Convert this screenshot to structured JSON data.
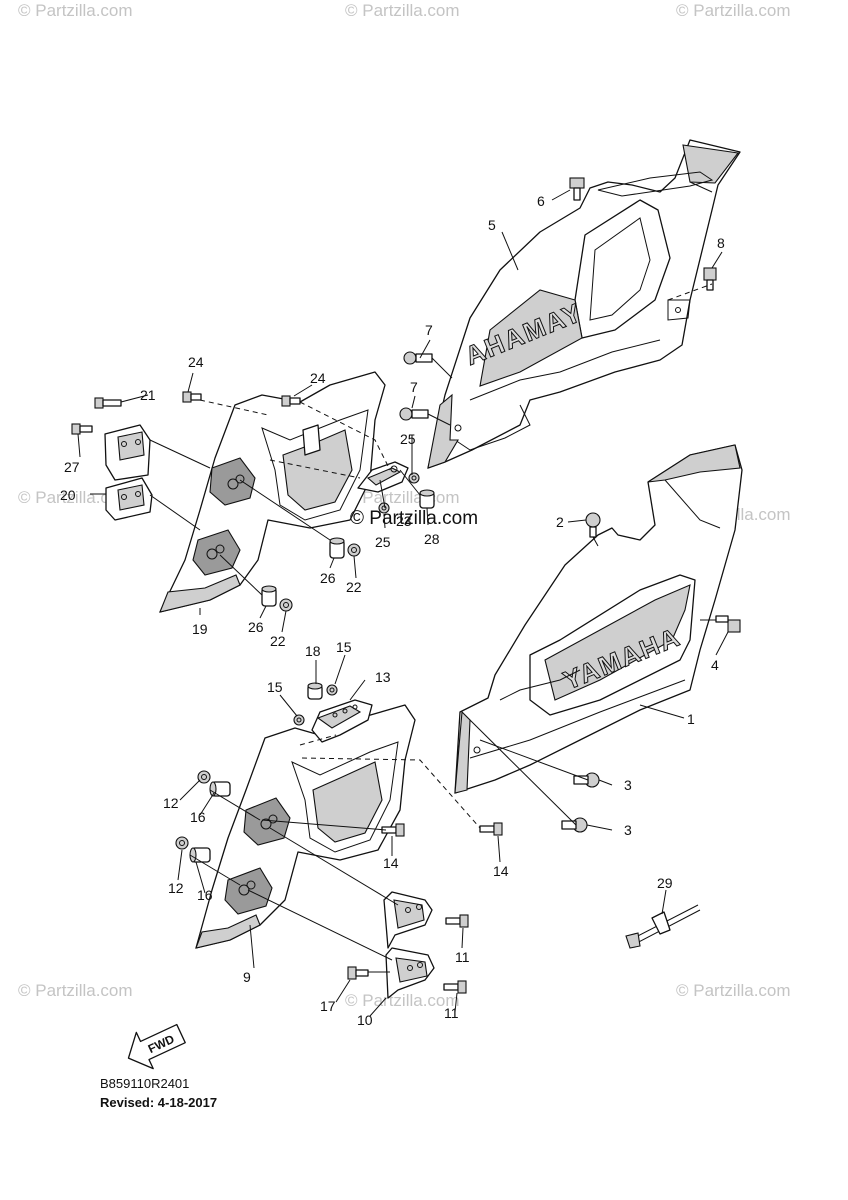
{
  "watermarks": [
    "© Partzilla.com",
    "© Partzilla.com",
    "© Partzilla.com",
    "© Partzilla.com",
    "© Partzilla.com",
    "© Partzilla.com",
    "© Partzilla.com",
    "© Partzilla.com",
    "© Partzilla.com"
  ],
  "center_watermark": "© Partzilla.com",
  "brand": {
    "right_panel": "YAMAHA",
    "upper_panel_mirrored": "YAMAHA"
  },
  "callouts": {
    "c1": "1",
    "c2": "2",
    "c3a": "3",
    "c3b": "3",
    "c4": "4",
    "c5": "5",
    "c6": "6",
    "c7a": "7",
    "c7b": "7",
    "c8": "8",
    "c9": "9",
    "c10": "10",
    "c11a": "11",
    "c11b": "11",
    "c12a": "12",
    "c12b": "12",
    "c13": "13",
    "c14a": "14",
    "c14b": "14",
    "c15a": "15",
    "c15b": "15",
    "c16a": "16",
    "c16b": "16",
    "c17": "17",
    "c18": "18",
    "c19": "19",
    "c20": "20",
    "c21": "21",
    "c22a": "22",
    "c22b": "22",
    "c23": "23",
    "c24a": "24",
    "c24b": "24",
    "c25a": "25",
    "c25b": "25",
    "c26a": "26",
    "c26b": "26",
    "c27": "27",
    "c28": "28",
    "c29": "29"
  },
  "fwd_label": "FWD",
  "footer": {
    "code": "B859110R2401",
    "revised": "Revised: 4-18-2017"
  },
  "colors": {
    "line": "#111111",
    "fill_light": "#ffffff",
    "fill_shade": "#cfcfcf",
    "watermark": "#c4c4c4"
  }
}
